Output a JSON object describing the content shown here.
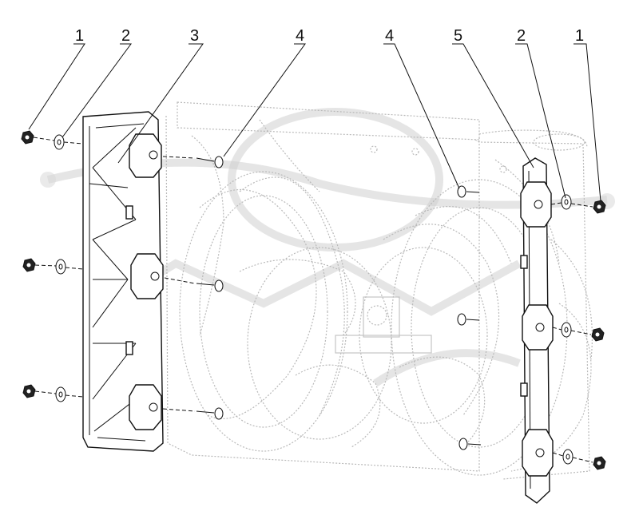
{
  "callouts": {
    "left": [
      "1",
      "2",
      "3",
      "4"
    ],
    "right": [
      "4",
      "5",
      "2",
      "1"
    ]
  }
}
